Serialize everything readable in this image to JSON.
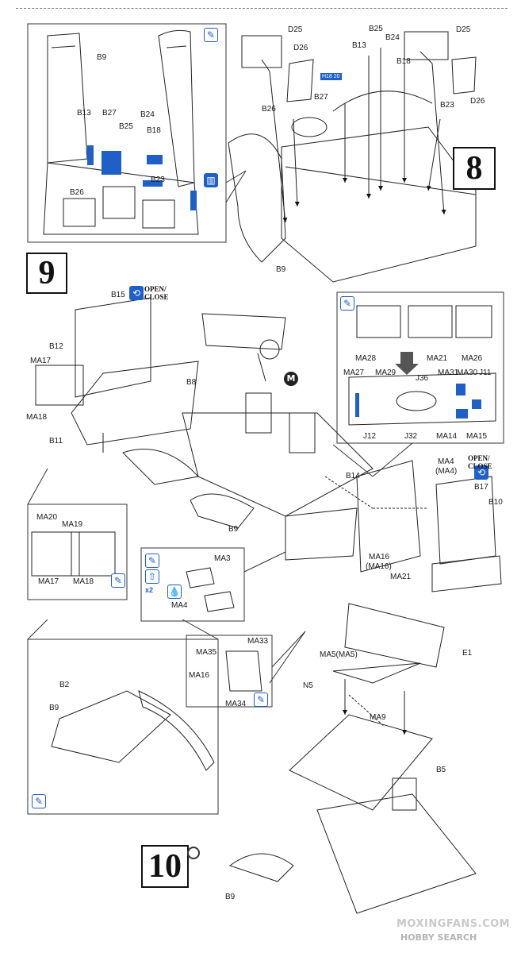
{
  "steps": {
    "eight": "8",
    "nine": "9",
    "ten": "10"
  },
  "callouts": {
    "open_close": "OPEN/\nCLOSE",
    "m_marker": "M",
    "x2": "x2",
    "small_tag": "H18 20"
  },
  "labels": {
    "s8_inset_b9": "B9",
    "s8_inset_b13": "B13",
    "s8_inset_b27": "B27",
    "s8_inset_b24": "B24",
    "s8_inset_b25": "B25",
    "s8_inset_b18": "B18",
    "s8_inset_b26": "B26",
    "s8_inset_b23": "B23",
    "s8_d25_left": "D25",
    "s8_d26_left": "D26",
    "s8_b13": "B13",
    "s8_b25": "B25",
    "s8_b24": "B24",
    "s8_b18": "B18",
    "s8_d25_right": "D25",
    "s8_d26_right": "D26",
    "s8_b27": "B27",
    "s8_b26": "B26",
    "s8_b23": "B23",
    "s8_b9": "B9",
    "s9_b15": "B15",
    "s9_b12": "B12",
    "s9_ma17": "MA17",
    "s9_ma18": "MA18",
    "s9_b8": "B8",
    "s9_b11": "B11",
    "s9_b9": "B9",
    "s9_b14": "B14",
    "s9_ma28": "MA28",
    "s9_ma21a": "MA21",
    "s9_ma26": "MA26",
    "s9_ma27": "MA27",
    "s9_ma29": "MA29",
    "s9_j36": "J36",
    "s9_ma31": "MA31",
    "s9_ma30": "MA30",
    "s9_j11": "J11",
    "s9_j12": "J12",
    "s9_j32": "J32",
    "s9_ma14": "MA14",
    "s9_ma15": "MA15",
    "s9_ma4": "MA4",
    "s9_ma4p": "(MA4)",
    "s9_b17": "B17",
    "s9_b10": "B10",
    "s9_ma16": "MA16",
    "s9_ma16p": "(MA16)",
    "s9_ma21b": "MA21",
    "s9_ma20": "MA20",
    "s9_ma19": "MA19",
    "s9_ma17b": "MA17",
    "s9_ma18b": "MA18",
    "s9_ma3": "MA3",
    "s9_ma4b": "MA4",
    "s9_ma35": "MA35",
    "s9_ma33": "MA33",
    "s9_ma16b": "MA16",
    "s9_ma34": "MA34",
    "s10_b2": "B2",
    "s10_b9": "B9",
    "s10_e1": "E1",
    "s10_ma5": "MA5(MA5)",
    "s10_n5": "N5",
    "s10_ma9": "MA9",
    "s10_b5": "B5",
    "s10_b9b": "B9"
  },
  "watermark": {
    "line1": "MOXINGFANS.COM",
    "line2": "HOBBY SEARCH"
  },
  "colors": {
    "accent_blue": "#1e5fc8",
    "ink": "#1a1a1a",
    "paper": "#ffffff"
  }
}
